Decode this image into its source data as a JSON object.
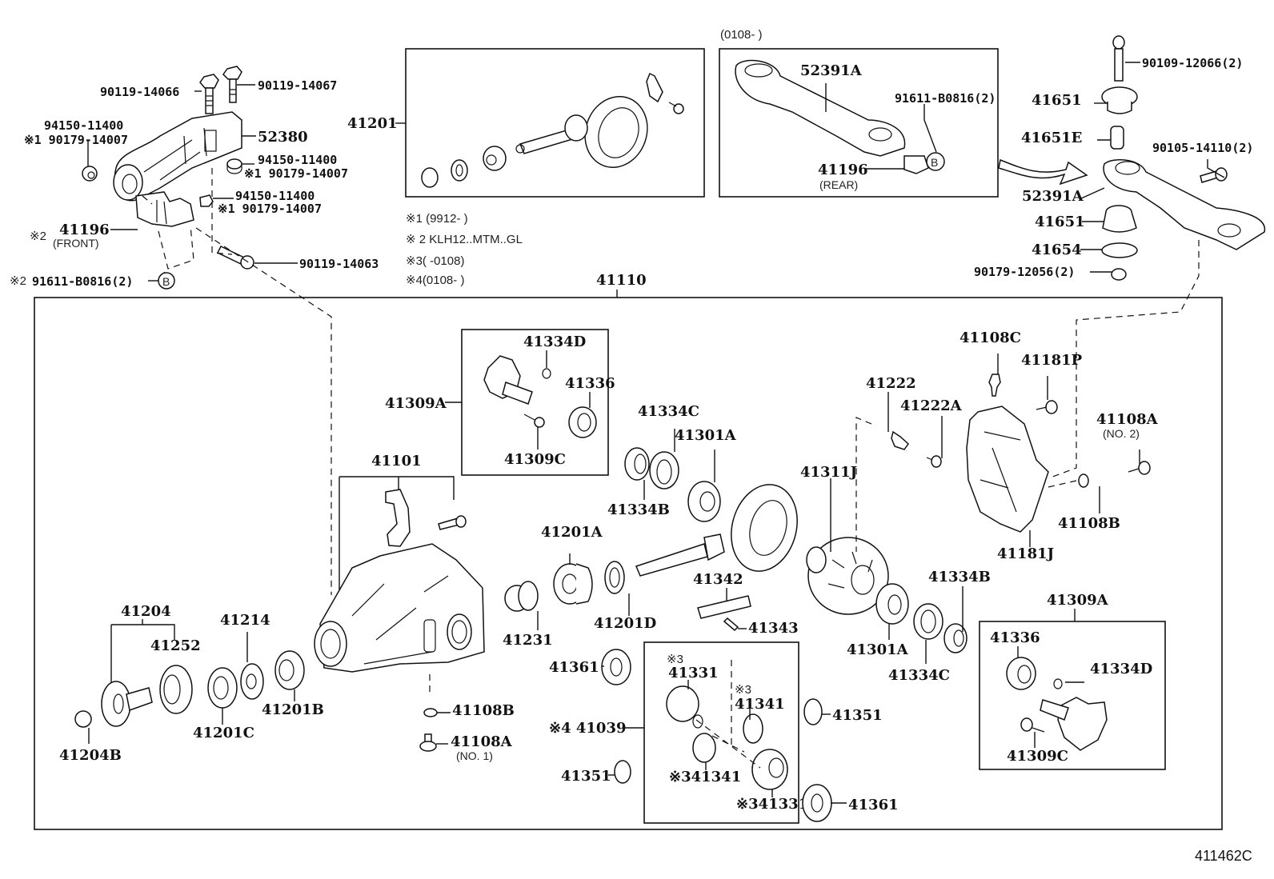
{
  "diagram": {
    "figure_code": "411462C",
    "notes": {
      "n1": "※1 (9912-        )",
      "n2": "※ 2 KLH12..MTM..GL",
      "n3": "※3(       -0108)",
      "n4": "※4(0108-      )"
    },
    "top_right_box_date": "(0108-        )",
    "assembly_label": "41110",
    "labels": {
      "p90119_14066": "90119-14066",
      "p90119_14067": "90119-14067",
      "p94150_11400_a": "94150-11400",
      "p90179_14007_a": "※1 90179-14007",
      "p52380": "52380",
      "p94150_11400_b": "94150-11400",
      "p90179_14007_b": "※1 90179-14007",
      "p94150_11400_c": "94150-11400",
      "p90179_14007_c": "※1 90179-14007",
      "p41196_front": "41196",
      "p41196_front_sub": "(FRONT)",
      "p41196_front_note": "※2",
      "p90119_14063": "90119-14063",
      "p91611_b0816_front": "91611-B0816(2)",
      "p91611_b0816_front_note": "※2",
      "circle_b": "B",
      "p41201": "41201",
      "p52391A_box": "52391A",
      "p91611_b0816_rear": "91611-B0816(2)",
      "p41196_rear": "41196",
      "p41196_rear_sub": "(REAR)",
      "p90109_12066": "90109-12066(2)",
      "p41651_top": "41651",
      "p41651E": "41651E",
      "p90105_14110": "90105-14110(2)",
      "p52391A": "52391A",
      "p41651_bottom": "41651",
      "p41654": "41654",
      "p90179_12056": "90179-12056(2)",
      "p41309A_left": "41309A",
      "p41334D_left": "41334D",
      "p41336_left": "41336",
      "p41309C_left": "41309C",
      "p41101": "41101",
      "p41204": "41204",
      "p41252": "41252",
      "p41214": "41214",
      "p41201C": "41201C",
      "p41201B": "41201B",
      "p41204B": "41204B",
      "p41108B_left": "41108B",
      "p41108A_left": "41108A",
      "p41108A_left_sub": "(NO. 1)",
      "p41231": "41231",
      "p41201A": "41201A",
      "p41201D": "41201D",
      "p41334C_top": "41334C",
      "p41301A_top": "41301A",
      "p41334B_top": "41334B",
      "p41342": "41342",
      "p41343": "41343",
      "p41311J": "41311J",
      "p41361_left": "41361",
      "p41039": "※4 41039",
      "p41331_top_note": "※3",
      "p41331_top": "41331",
      "p41341_right_note": "※3",
      "p41341_right": "41341",
      "p41341_left": "※341341",
      "p41331_bottom": "※341331",
      "p41351_left": "41351",
      "p41351_right": "41351",
      "p41361_right": "41361",
      "p41222": "41222",
      "p41222A": "41222A",
      "p41108C": "41108C",
      "p41181P": "41181P",
      "p41108A_right": "41108A",
      "p41108A_right_sub": "(NO. 2)",
      "p41108B_right": "41108B",
      "p41181J": "41181J",
      "p41301A_bottom": "41301A",
      "p41334C_bottom": "41334C",
      "p41334B_bottom": "41334B",
      "p41309A_right": "41309A",
      "p41336_right": "41336",
      "p41334D_right": "41334D",
      "p41309C_right": "41309C"
    }
  }
}
